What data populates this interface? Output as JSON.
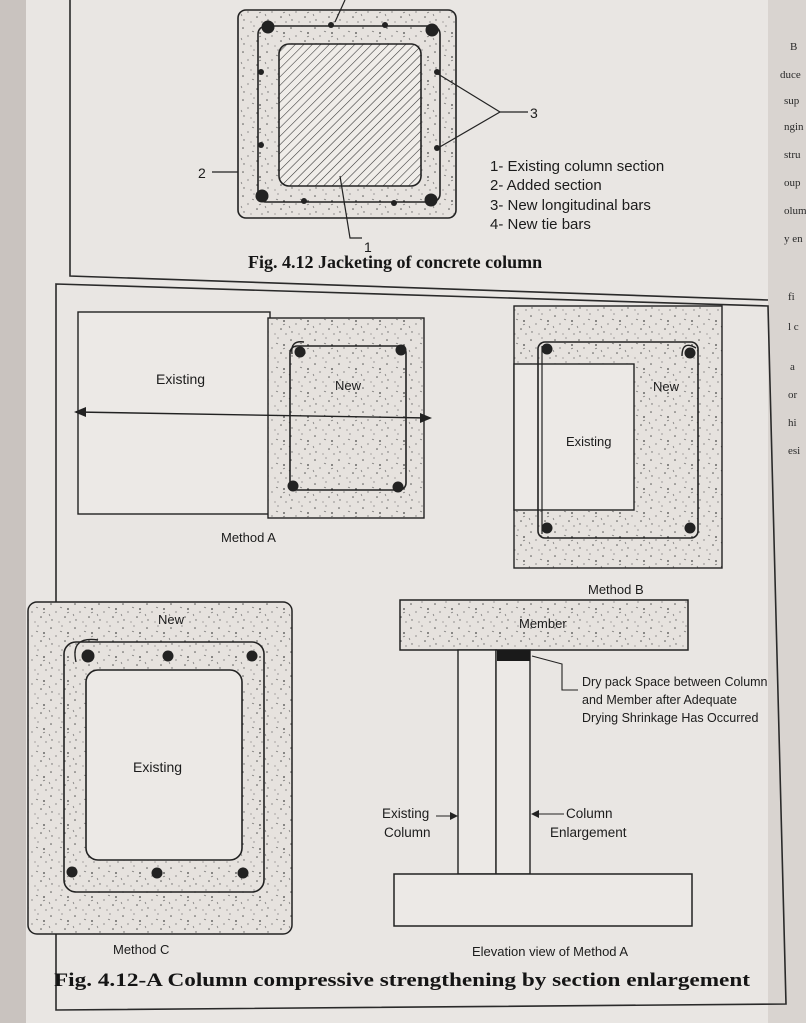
{
  "fig1": {
    "callouts": [
      "1",
      "2",
      "3"
    ],
    "legend": [
      "1- Existing column section",
      "2- Added section",
      "3- New longitudinal bars",
      "4- New tie bars"
    ],
    "caption": "Fig. 4.12 Jacketing of concrete column"
  },
  "fig2": {
    "method_a": {
      "existing": "Existing",
      "new": "New",
      "label": "Method A"
    },
    "method_b": {
      "new": "New",
      "existing": "Existing",
      "label": "Method B"
    },
    "method_c": {
      "new": "New",
      "existing": "Existing",
      "label": "Method C"
    },
    "elevation": {
      "member": "Member",
      "note": [
        "Dry pack Space between Column",
        "and Member after Adequate",
        "Drying Shrinkage Has Occurred"
      ],
      "existing_column": [
        "Existing",
        "Column"
      ],
      "column_enlargement": [
        "Column",
        "Enlargement"
      ],
      "label": "Elevation view of Method A"
    },
    "caption": "Fig. 4.12-A Column compressive strengthening by section enlargement"
  },
  "margin_fragments": [
    "B",
    "duce",
    "sup",
    "ngin",
    "stru",
    "oup",
    "olum",
    "y en",
    "fi",
    "l c",
    "a",
    "or",
    "hi",
    "esi"
  ]
}
